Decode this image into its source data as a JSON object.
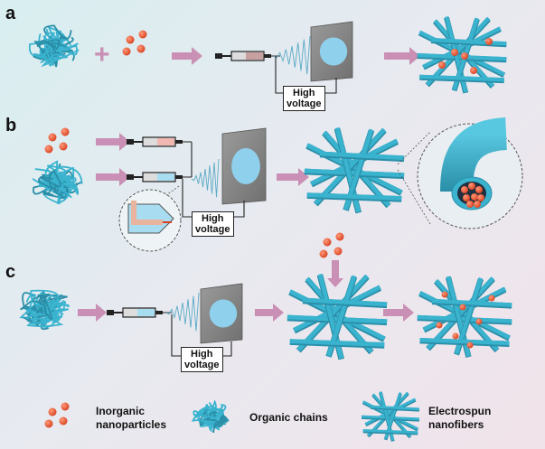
{
  "panels": [
    {
      "label": "a",
      "high_voltage": "High\nvoltage"
    },
    {
      "label": "b",
      "high_voltage": "High\nvoltage"
    },
    {
      "label": "c",
      "high_voltage": "High\nvoltage"
    }
  ],
  "symbols": {
    "plus": "+"
  },
  "legend": {
    "inorganic": "Inorganic\nnanoparticles",
    "organic": "Organic chains",
    "electrospun": "Electrospun\nnanofibers"
  },
  "colors": {
    "fiber": "#3ab3cf",
    "fiber_dark": "#2a8ea8",
    "particle": "#e2522f",
    "arrow": "#c98fb4",
    "collector": "#8a8a8a",
    "spot": "#8fd1ec"
  }
}
